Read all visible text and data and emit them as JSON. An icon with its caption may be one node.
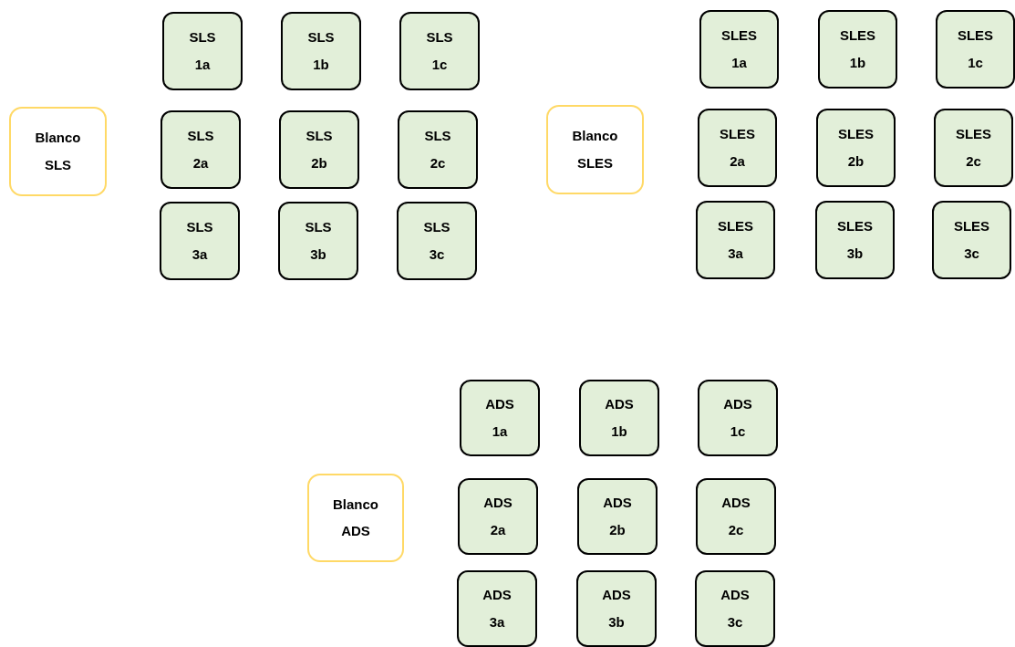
{
  "diagram": {
    "nodes": [
      {
        "text": [
          "Blanco",
          "SLS"
        ]
      },
      {
        "text": [
          "SLS",
          "1a"
        ]
      },
      {
        "text": [
          "SLS",
          "1b"
        ]
      },
      {
        "text": [
          "SLS",
          "1c"
        ]
      },
      {
        "text": [
          "SLS",
          "2a"
        ]
      },
      {
        "text": [
          "SLS",
          "2b"
        ]
      },
      {
        "text": [
          "SLS",
          "2c"
        ]
      },
      {
        "text": [
          "SLS",
          "3a"
        ]
      },
      {
        "text": [
          "SLS",
          "3b"
        ]
      },
      {
        "text": [
          "SLS",
          "3c"
        ]
      },
      {
        "text": [
          "Blanco",
          "SLES"
        ]
      },
      {
        "text": [
          "SLES",
          "1a"
        ]
      },
      {
        "text": [
          "SLES",
          "1b"
        ]
      },
      {
        "text": [
          "SLES",
          "1c"
        ]
      },
      {
        "text": [
          "SLES",
          "2a"
        ]
      },
      {
        "text": [
          "SLES",
          "2b"
        ]
      },
      {
        "text": [
          "SLES",
          "2c"
        ]
      },
      {
        "text": [
          "SLES",
          "3a"
        ]
      },
      {
        "text": [
          "SLES",
          "3b"
        ]
      },
      {
        "text": [
          "SLES",
          "3c"
        ]
      },
      {
        "text": [
          "Blanco",
          "ADS"
        ]
      },
      {
        "text": [
          "ADS",
          "1a"
        ]
      },
      {
        "text": [
          "ADS",
          "1b"
        ]
      },
      {
        "text": [
          "ADS",
          "1c"
        ]
      },
      {
        "text": [
          "ADS",
          "2a"
        ]
      },
      {
        "text": [
          "ADS",
          "2b"
        ]
      },
      {
        "text": [
          "ADS",
          "2c"
        ]
      },
      {
        "text": [
          "ADS",
          "3a"
        ]
      },
      {
        "text": [
          "ADS",
          "3b"
        ]
      },
      {
        "text": [
          "ADS",
          "3c"
        ]
      }
    ]
  }
}
